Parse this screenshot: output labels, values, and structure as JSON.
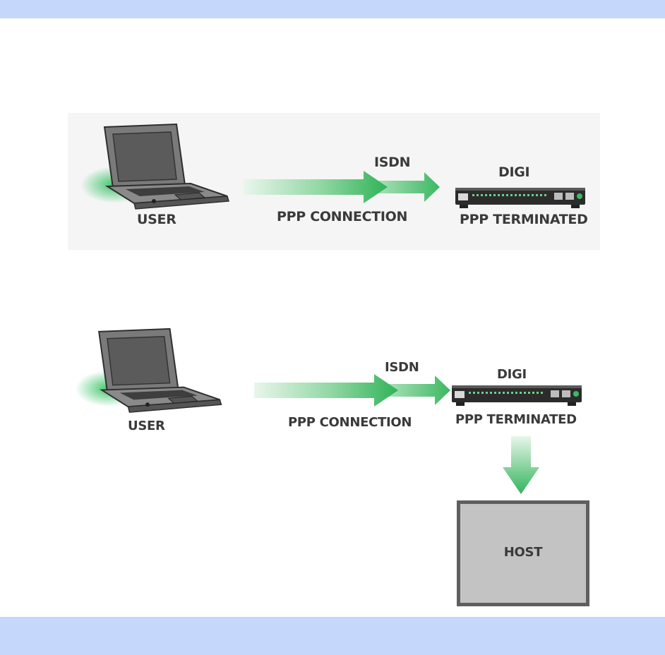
{
  "colors": {
    "band": "#c5d7fb",
    "arrow_green": "#2fb357",
    "host_fill": "#c3c3c3",
    "host_border": "#5f5f5f"
  },
  "icons": [
    "laptop-icon",
    "router-icon",
    "arrow-right-icon",
    "arrow-down-icon"
  ],
  "diagrams": [
    {
      "user_label": "USER",
      "link_label": "ISDN",
      "connection_label": "PPP CONNECTION",
      "device_label": "DIGI",
      "device_status": "PPP TERMINATED"
    },
    {
      "user_label": "USER",
      "link_label": "ISDN",
      "connection_label": "PPP CONNECTION",
      "device_label": "DIGI",
      "device_status": "PPP TERMINATED",
      "host_label": "HOST"
    }
  ]
}
